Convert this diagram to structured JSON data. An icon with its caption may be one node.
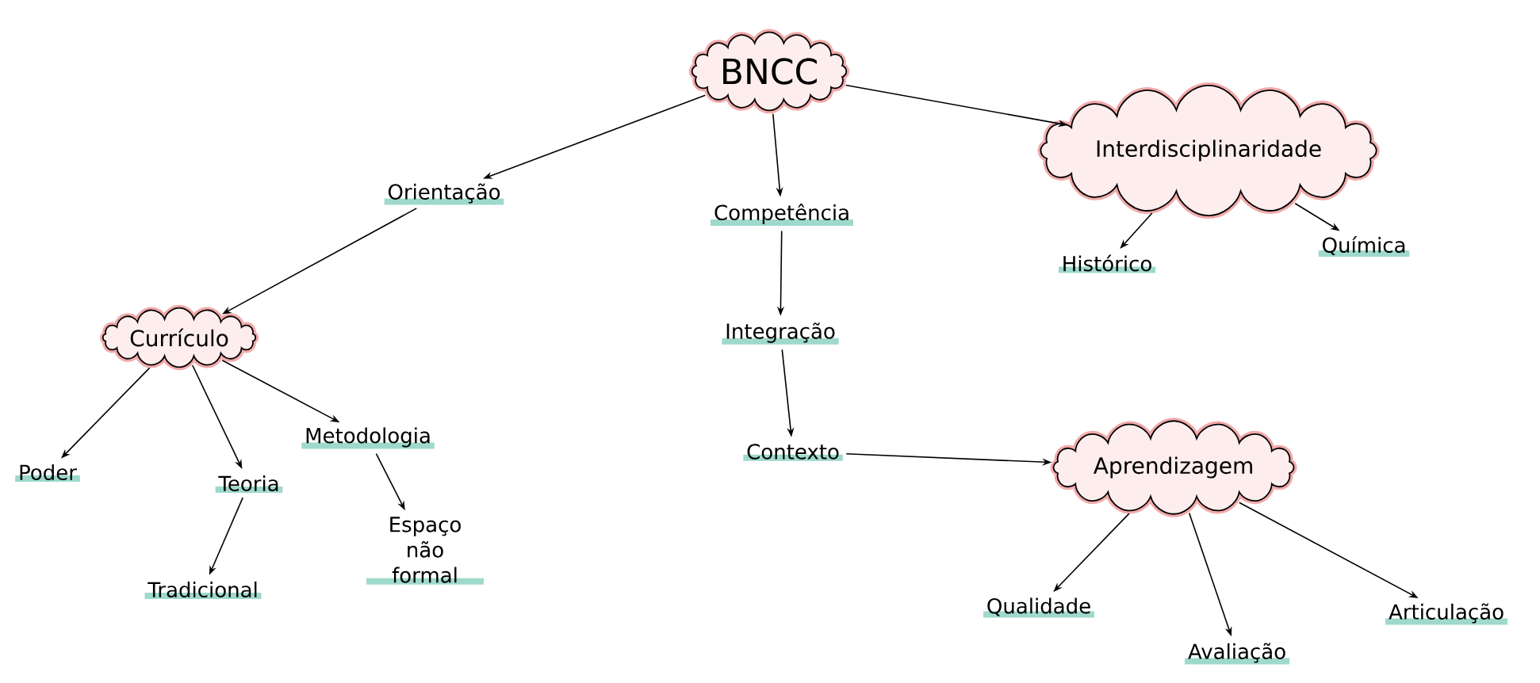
{
  "diagram": {
    "nodes": [
      {
        "text": [
          "BNCC"
        ]
      },
      {
        "text": [
          "Orientação"
        ]
      },
      {
        "text": [
          "Competência"
        ]
      },
      {
        "text": [
          "Interdisciplinaridade"
        ]
      },
      {
        "text": [
          "Currículo"
        ]
      },
      {
        "text": [
          "Poder"
        ]
      },
      {
        "text": [
          "Teoria"
        ]
      },
      {
        "text": [
          "Metodologia"
        ]
      },
      {
        "text": [
          "Tradicional"
        ]
      },
      {
        "text": [
          "Espaço não formal"
        ]
      },
      {
        "text": [
          "Integração"
        ]
      },
      {
        "text": [
          "Histórico"
        ]
      },
      {
        "text": [
          "Química"
        ]
      },
      {
        "text": [
          "Contexto"
        ]
      },
      {
        "text": [
          "Aprendizagem"
        ]
      },
      {
        "text": [
          "Qualidade"
        ]
      },
      {
        "text": [
          "Avaliação"
        ]
      },
      {
        "text": [
          "Articulação"
        ]
      }
    ],
    "edges": [
      {
        "from": 0,
        "to": 1,
        "arrow": "to"
      },
      {
        "from": 0,
        "to": 2,
        "arrow": "to"
      },
      {
        "from": 0,
        "to": 3,
        "arrow": "to"
      },
      {
        "from": 1,
        "to": 4,
        "arrow": "to"
      },
      {
        "from": 4,
        "to": 5,
        "arrow": "to"
      },
      {
        "from": 4,
        "to": 6,
        "arrow": "to"
      },
      {
        "from": 4,
        "to": 7,
        "arrow": "to"
      },
      {
        "from": 6,
        "to": 8,
        "arrow": "to"
      },
      {
        "from": 7,
        "to": 9,
        "arrow": "to"
      },
      {
        "from": 2,
        "to": 10,
        "arrow": "to"
      },
      {
        "from": 10,
        "to": 13,
        "arrow": "to"
      },
      {
        "from": 3,
        "to": 11,
        "arrow": "to"
      },
      {
        "from": 3,
        "to": 12,
        "arrow": "to"
      },
      {
        "from": 13,
        "to": 14,
        "arrow": "to"
      },
      {
        "from": 14,
        "to": 15,
        "arrow": "to"
      },
      {
        "from": 14,
        "to": 16,
        "arrow": "to"
      },
      {
        "from": 14,
        "to": 17,
        "arrow": "to"
      }
    ]
  }
}
